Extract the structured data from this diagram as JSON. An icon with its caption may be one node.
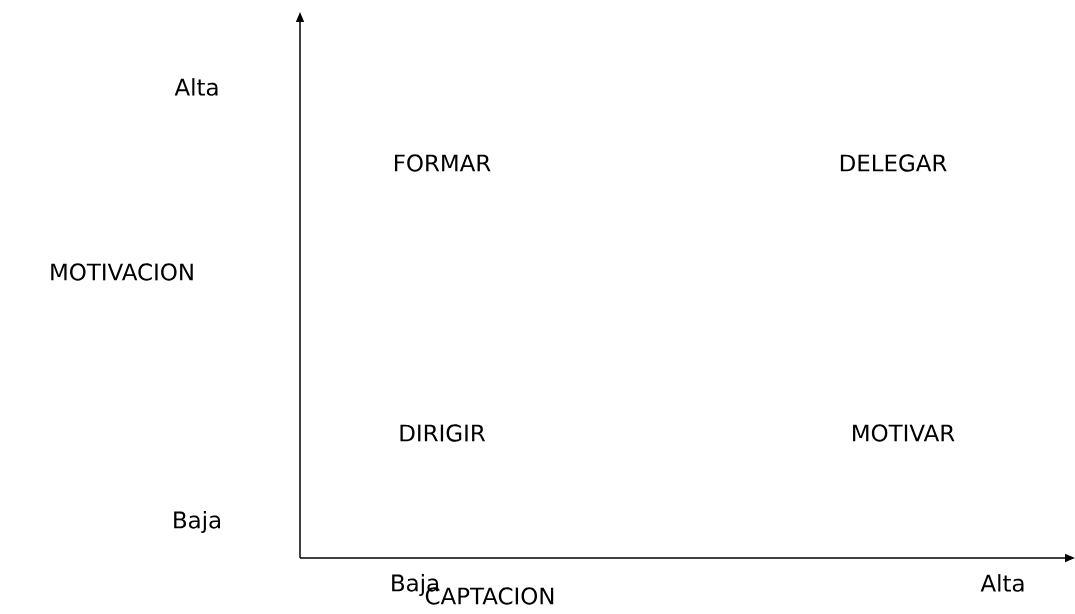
{
  "diagram": {
    "labels": [
      "Alta",
      "FORMAR",
      "DELEGAR",
      "MOTIVACION",
      "DIRIGIR",
      "MOTIVAR",
      "Baja",
      "Baja",
      "CAPTACION",
      "Alta"
    ]
  }
}
